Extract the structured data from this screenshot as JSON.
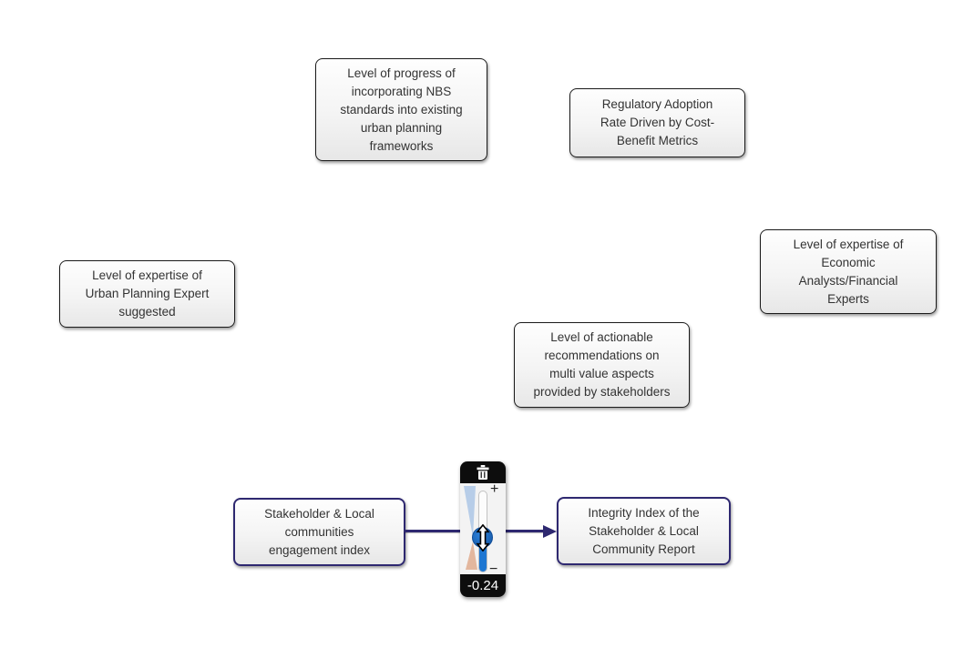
{
  "diagram": {
    "nodes": [
      {
        "id": "nbs-progress",
        "label": "Level of progress of\nincorporating NBS\nstandards into existing\nurban planning\nframeworks",
        "selected": false
      },
      {
        "id": "regulatory-adoption",
        "label": "Regulatory Adoption\nRate Driven by Cost-\nBenefit Metrics",
        "selected": false
      },
      {
        "id": "economic-expertise",
        "label": "Level of expertise of\nEconomic\nAnalysts/Financial\nExperts",
        "selected": false
      },
      {
        "id": "urban-planning-expertise",
        "label": "Level of expertise of\nUrban Planning Expert\nsuggested",
        "selected": false
      },
      {
        "id": "actionable-recommendations",
        "label": "Level of actionable\nrecommendations on\nmulti value aspects\nprovided by stakeholders",
        "selected": false
      },
      {
        "id": "engagement-index",
        "label": "Stakeholder & Local\ncommunities\nengagement index",
        "selected": true
      },
      {
        "id": "integrity-index",
        "label": "Integrity Index of the\nStakeholder & Local\nCommunity Report",
        "selected": true
      }
    ],
    "edge": {
      "from": "Stakeholder & Local communities engagement index",
      "to": "Integrity Index of the Stakeholder & Local Community Report",
      "weight": -0.24
    },
    "weight_editor": {
      "value_label": "-0.24",
      "increase_label": "+",
      "decrease_label": "−",
      "icons": {
        "delete": "trash-icon",
        "handle": "vertical-double-arrow-icon"
      }
    },
    "colors": {
      "selection_border": "#2e2870",
      "edge": "#2e2870",
      "node_border": "#1b1b1b",
      "slider_fill": "#1d76d2",
      "slider_handle": "#15539e",
      "positive_wedge": "#b7cde8",
      "negative_wedge": "#e3b79e",
      "editor_bar": "#0d0d0d"
    }
  }
}
